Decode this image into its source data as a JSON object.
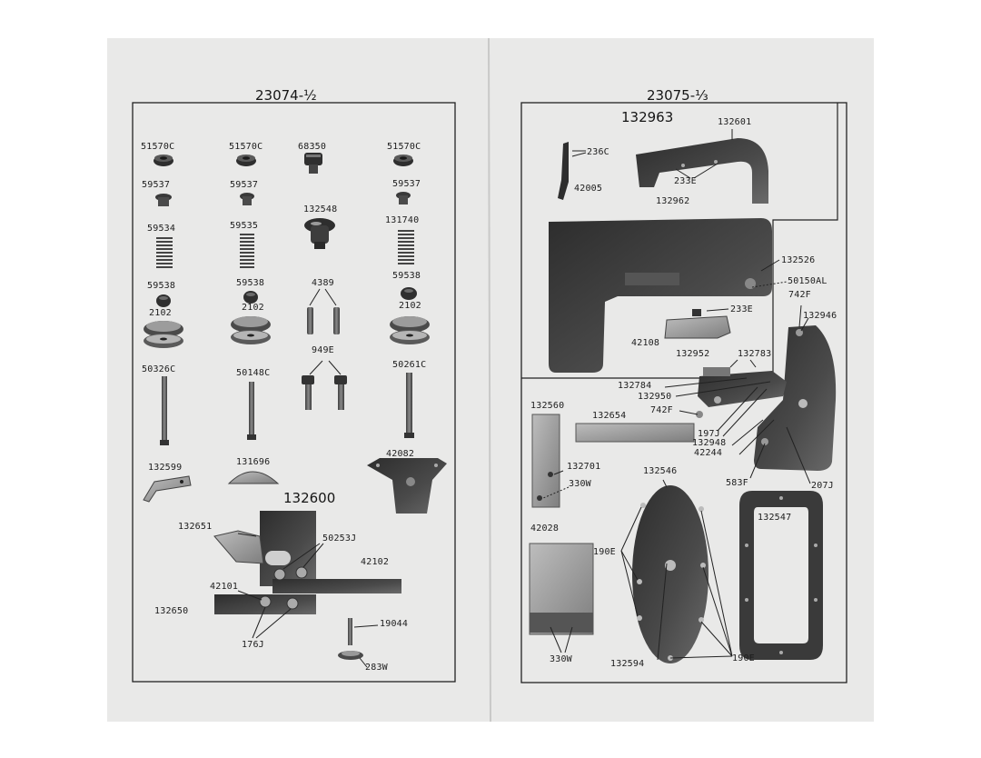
{
  "left_page": {
    "title": "23074-½",
    "assembly_number": "132600",
    "parts": {
      "p51570c_a": "51570C",
      "p51570c_b": "51570C",
      "p68350": "68350",
      "p51570c_c": "51570C",
      "p59537_a": "59537",
      "p59537_b": "59537",
      "p59537_c": "59537",
      "p132548": "132548",
      "p59534": "59534",
      "p59535": "59535",
      "p131740": "131740",
      "p59538_a": "59538",
      "p59538_b": "59538",
      "p4389": "4389",
      "p59538_c": "59538",
      "p2102_a": "2102",
      "p2102_b": "2102",
      "p2102_c": "2102",
      "p949e": "949E",
      "p50326c": "50326C",
      "p50148c": "50148C",
      "p50261c": "50261C",
      "p132599": "132599",
      "p131696": "131696",
      "p42082": "42082",
      "p132651": "132651",
      "p50253j": "50253J",
      "p42102": "42102",
      "p42101": "42101",
      "p132650": "132650",
      "p19044": "19044",
      "p176j": "176J",
      "p283w": "283W"
    }
  },
  "right_page": {
    "title": "23075-⅓",
    "assembly_number": "132963",
    "parts": {
      "p132601": "132601",
      "p236c": "236C",
      "p233e_a": "233E",
      "p42005": "42005",
      "p132962": "132962",
      "p132526": "132526",
      "p50150al": "50150AL",
      "p742f_a": "742F",
      "p233e_b": "233E",
      "p132946": "132946",
      "p42108": "42108",
      "p132952": "132952",
      "p132783": "132783",
      "p132784": "132784",
      "p132950": "132950",
      "p132560": "132560",
      "p742f_b": "742F",
      "p132654": "132654",
      "p197j": "197J",
      "p132948": "132948",
      "p42244": "42244",
      "p132701": "132701",
      "p132546": "132546",
      "p330w_a": "330W",
      "p583f": "583F",
      "p207j": "207J",
      "p132547": "132547",
      "p42028": "42028",
      "p190e_a": "190E",
      "p330w_b": "330W",
      "p132594": "132594",
      "p190e_b": "190E"
    }
  },
  "colors": {
    "paper": "#e9e9e8",
    "ink": "#1c1c1c",
    "part_dark": "#3a3a3a",
    "part_mid": "#6d6d6d",
    "part_light": "#a9a9a9"
  }
}
